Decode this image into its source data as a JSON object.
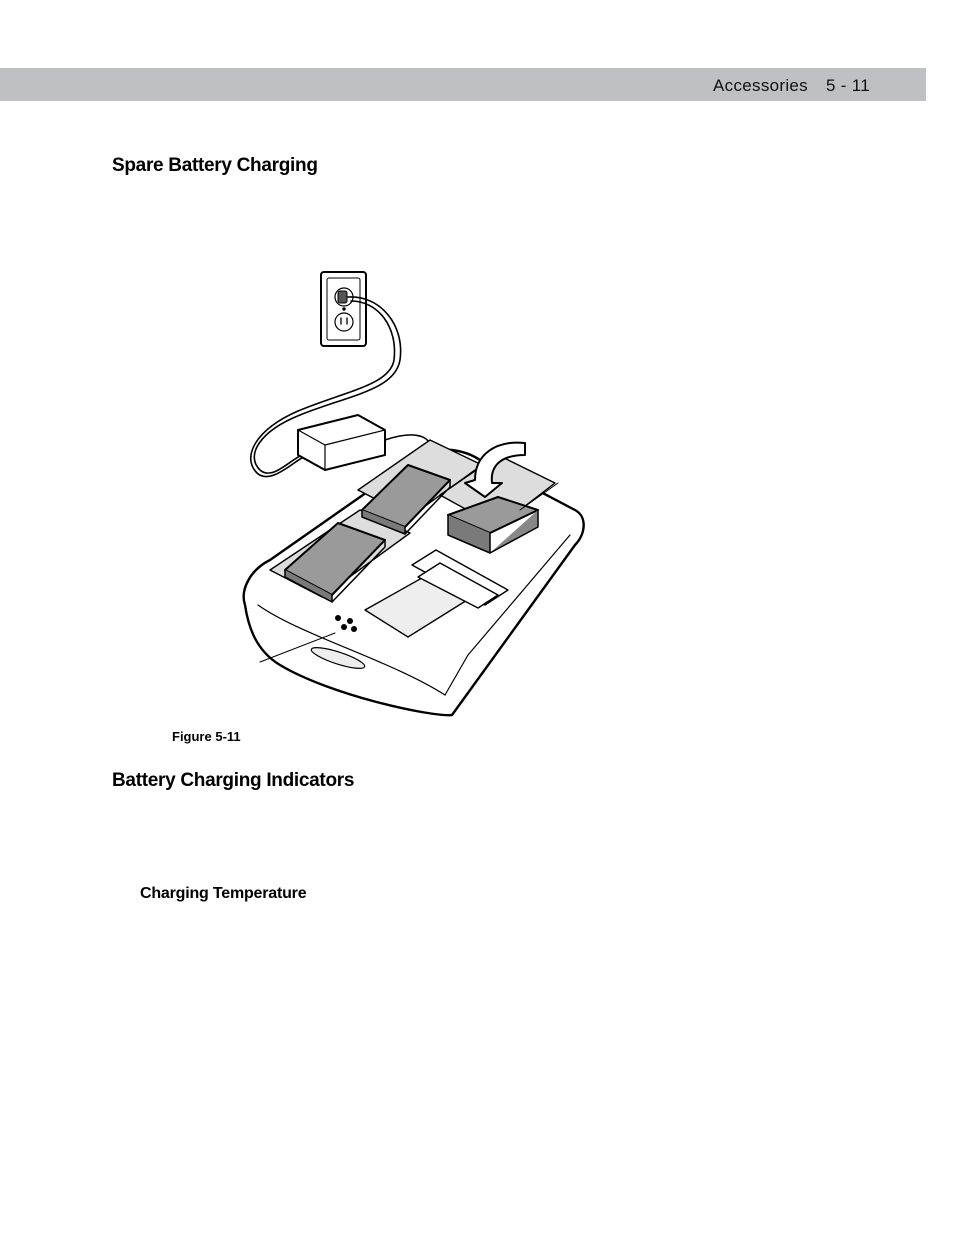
{
  "header": {
    "section": "Accessories",
    "page_number": "5 - 11"
  },
  "sections": {
    "spare_title": "Spare Battery Charging",
    "indicators_title": "Battery Charging Indicators",
    "temperature_title": "Charging Temperature"
  },
  "figure": {
    "caption": "Figure 5-11"
  }
}
